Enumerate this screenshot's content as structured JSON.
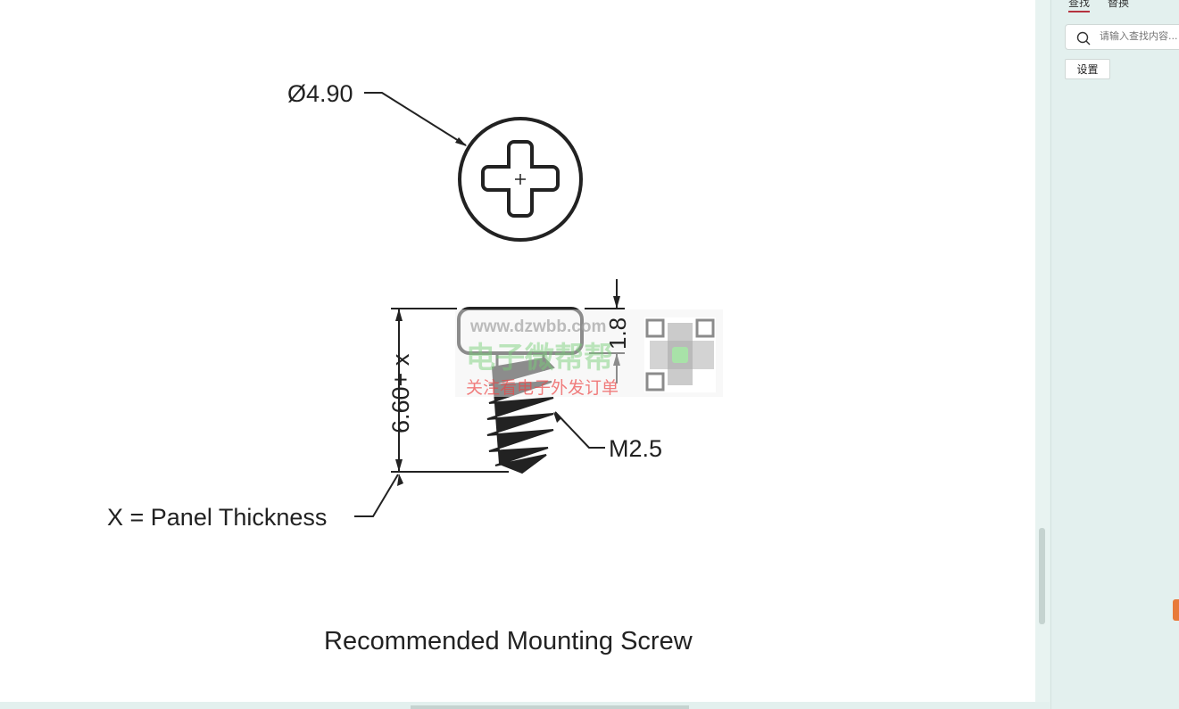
{
  "drawing": {
    "diameter_label": "Ø4.90",
    "head_height_label": "1.8",
    "length_label": "6.60+ x",
    "thread_label": "M2.5",
    "note": "X = Panel Thickness",
    "caption": "Recommended Mounting Screw"
  },
  "watermark": {
    "url": "www.dzwbb.com",
    "name": "电子微帮帮",
    "slogan": "关注看电子外发订单"
  },
  "find_panel": {
    "tabs": [
      {
        "label": "查找"
      },
      {
        "label": "替换"
      }
    ],
    "search_placeholder": "请输入查找内容...",
    "settings_label": "设置",
    "accent": "#b5333f"
  }
}
